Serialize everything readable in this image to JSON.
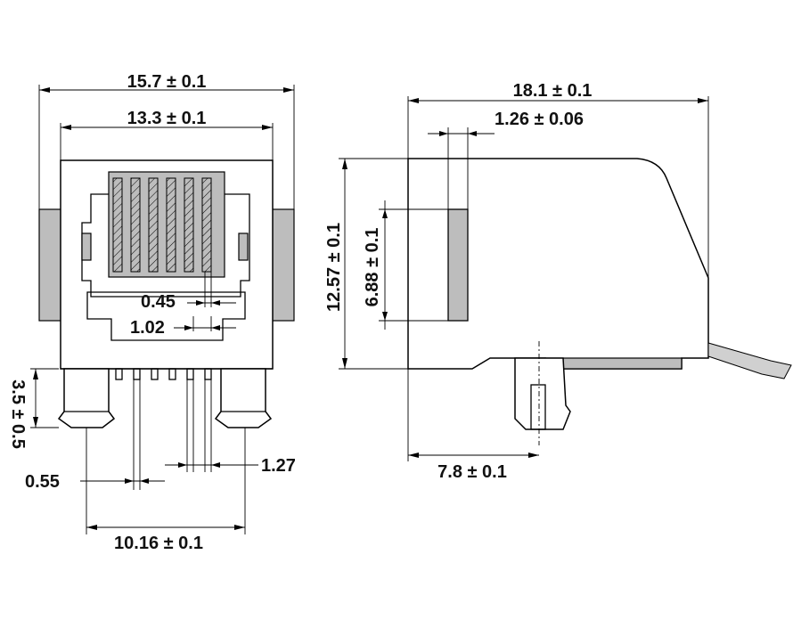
{
  "front_view": {
    "overall_width": "15.7 ± 0.1",
    "inner_width": "13.3 ± 0.1",
    "contact_width": "0.45",
    "contact_pitch": "1.02",
    "standoff_height": "3.5 ± 0.5",
    "pin_diameter": "0.55",
    "pin_pitch": "1.27",
    "peg_spacing": "10.16 ± 0.1"
  },
  "side_view": {
    "overall_length": "18.1 ± 0.1",
    "latch_width": "1.26 ± 0.06",
    "overall_height": "12.57 ± 0.1",
    "latch_height": "6.88 ± 0.1",
    "peg_offset": "7.8 ± 0.1"
  }
}
